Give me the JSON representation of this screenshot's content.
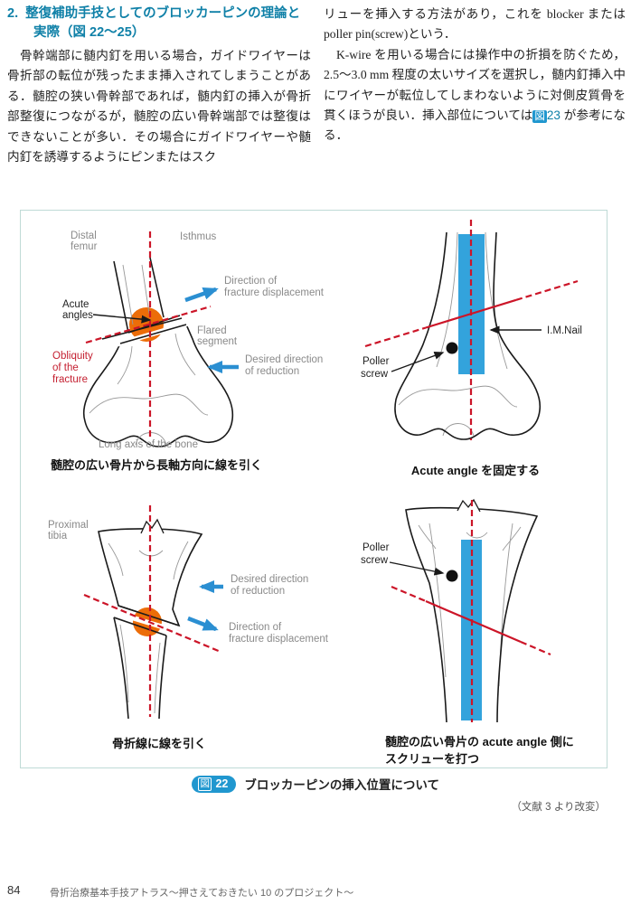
{
  "article": {
    "heading_number": "2.",
    "heading_line1": "整復補助手技としてのブロッカーピンの理論と",
    "heading_line2": "実際（図 22〜25）",
    "left_paragraph": "　骨幹端部に髄内釘を用いる場合，ガイドワイヤーは骨折部の転位が残ったまま挿入されてしまうことがある．髄腔の狭い骨幹部であれば，髄内釘の挿入が骨折部整復につながるが，髄腔の広い骨幹端部では整復はできないことが多い．その場合にガイドワイヤーや髄内釘を誘導するようにピンまたはスク",
    "right_paragraph1": "リューを挿入する方法があり，これを blocker または poller pin(screw)という．",
    "right_paragraph2_before": "　K-wire を用いる場合には操作中の折損を防ぐため，2.5〜3.0 mm 程度の太いサイズを選択し，髄内釘挿入中にワイヤーが転位してしまわないように対側皮質骨を貫くほうが良い．挿入部位については",
    "figref_badge": "図",
    "figref_number": "23 ",
    "right_paragraph2_after": "が参考になる．"
  },
  "figure": {
    "badge_label": "図",
    "badge_number": "22",
    "caption": "ブロッカーピンの挿入位置について",
    "credit": "（文献 3 より改変）",
    "d1": {
      "title_l1": "Distal",
      "title_l2": "femur",
      "isthmus": "Isthmus",
      "acute_l1": "Acute",
      "acute_l2": "angles",
      "flared_l1": "Flared",
      "flared_l2": "segment",
      "obliquity_l1": "Obliquity",
      "obliquity_l2": "of the",
      "obliquity_l3": "fracture",
      "displacement_l1": "Direction of",
      "displacement_l2": "fracture displacement",
      "reduction_l1": "Desired direction",
      "reduction_l2": "of reduction",
      "long_axis": "Long axis of the bone",
      "caption": "髄腔の広い骨片から長軸方向に線を引く"
    },
    "d2": {
      "im_nail": "I.M.Nail",
      "poller_l1": "Poller",
      "poller_l2": "screw",
      "caption": "Acute angle を固定する"
    },
    "d3": {
      "title_l1": "Proximal",
      "title_l2": "tibia",
      "reduction_l1": "Desired direction",
      "reduction_l2": "of reduction",
      "displacement_l1": "Direction of",
      "displacement_l2": "fracture displacement",
      "caption": "骨折線に線を引く"
    },
    "d4": {
      "poller_l1": "Poller",
      "poller_l2": "screw",
      "caption_l1": "髄腔の広い骨片の acute angle 側に",
      "caption_l2": "スクリューを打つ"
    },
    "colors": {
      "heading_teal": "#1081a8",
      "badge_blue": "#2097cf",
      "nail_blue": "#33a3dc",
      "arrow_blue": "#2b8fd2",
      "line_red": "#cc1528",
      "fracture_orange": "#ec6d08",
      "figure_border": "#bfdad6",
      "label_gray": "#8a8a8a"
    }
  },
  "footer": {
    "page_number": "84",
    "book_title": "骨折治療基本手技アトラス〜押さえておきたい 10 のプロジェクト〜"
  }
}
